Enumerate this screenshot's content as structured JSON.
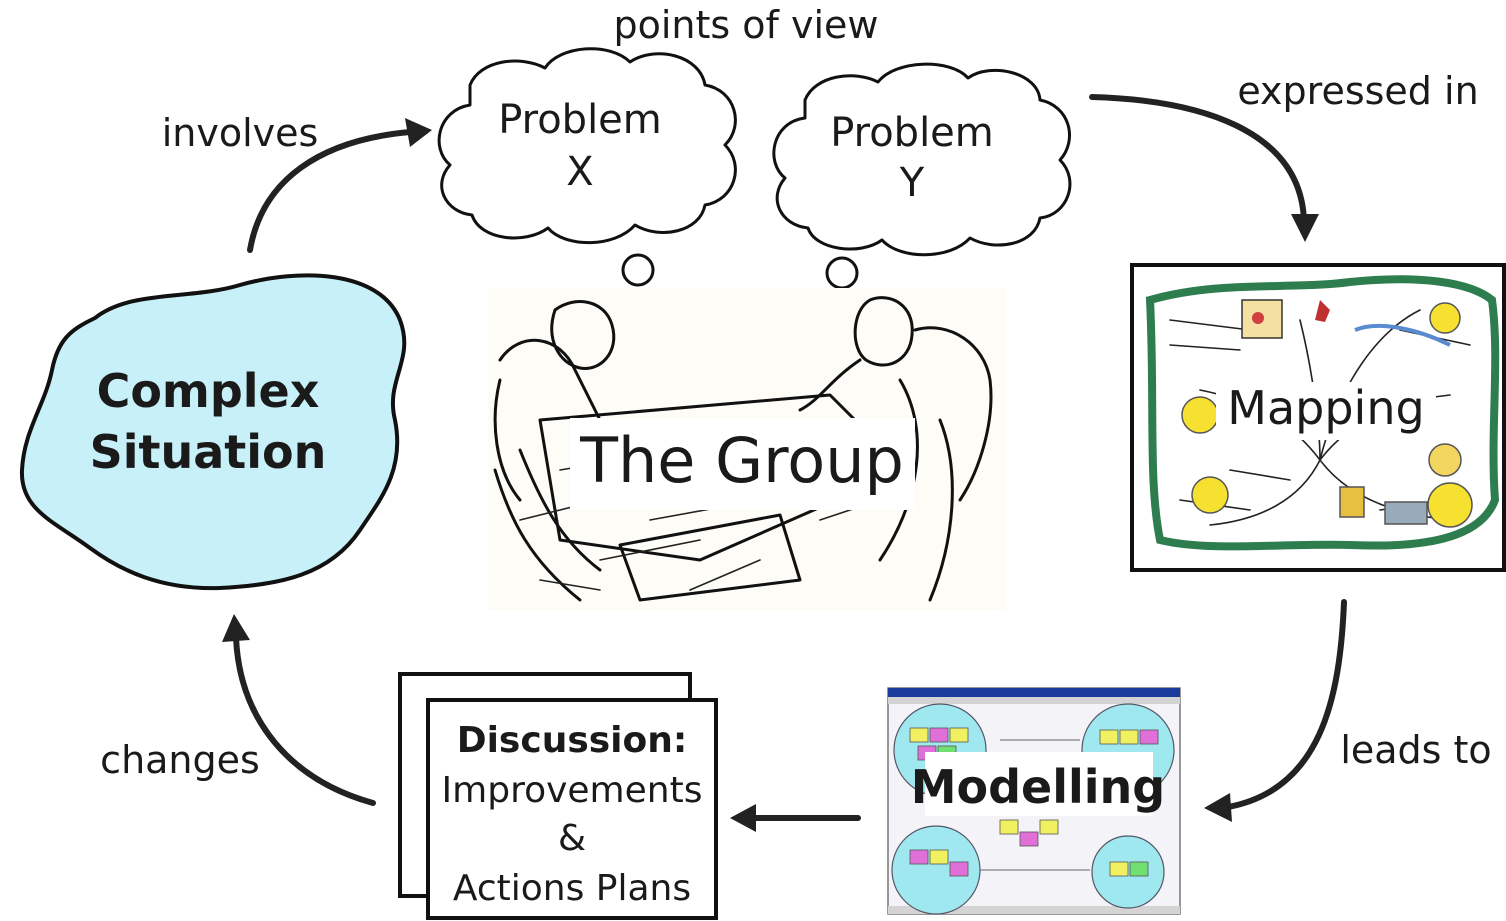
{
  "labels": {
    "points_of_view": "points of view",
    "involves": "involves",
    "expressed_in": "expressed in",
    "leads_to": "leads to",
    "changes": "changes"
  },
  "clouds": {
    "problem_x": {
      "line1": "Problem",
      "line2": "X"
    },
    "problem_y": {
      "line1": "Problem",
      "line2": "Y"
    }
  },
  "complex_situation": {
    "line1": "Complex",
    "line2": "Situation",
    "fill": "#c8f0f8"
  },
  "group": {
    "label": "The Group"
  },
  "mapping": {
    "label": "Mapping"
  },
  "modelling": {
    "label": "Modelling"
  },
  "discussion": {
    "title": "Discussion:",
    "line1": "Improvements",
    "line2": "&",
    "line3": "Actions Plans"
  },
  "colors": {
    "arrow": "#222222",
    "hex_magenta": "#e070d8",
    "hex_yellow": "#f0f060",
    "hex_green": "#70e070",
    "circle_cyan": "#a0e8f0",
    "window_titlebar": "#1a3a9c",
    "map_border_green": "#2e7d4f"
  },
  "icons": [
    "cloud-icon",
    "blob-icon",
    "arrow-icon",
    "people-sketch-icon",
    "mind-map-icon",
    "software-window-icon",
    "stacked-pages-icon"
  ]
}
